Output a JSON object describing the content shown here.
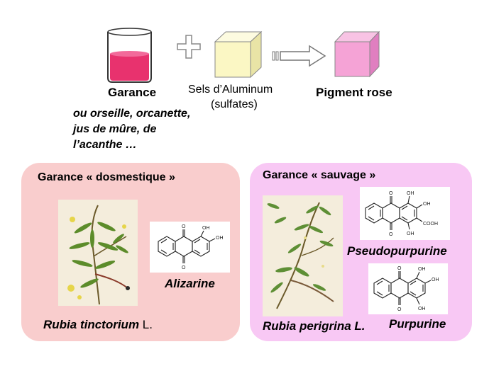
{
  "reaction": {
    "garance_label": "Garance",
    "salts_line1": "Sels d’Aluminum",
    "salts_line2": "(sulfates)",
    "product_label": "Pigment rose",
    "alternatives": [
      "ou orseille, orcanette,",
      "jus de mûre, de",
      "l’acanthe …"
    ],
    "colors": {
      "liquid": "#e8326e",
      "salt_cube": "#fbf7c4",
      "pigment_cube": "#f5a3d6"
    }
  },
  "domestic": {
    "title": "Garance « dosmestique »",
    "species_main": "Rubia tinctorium",
    "species_author": " L.",
    "compound": "Alizarine",
    "bg_color": "#f9cdcd"
  },
  "wild": {
    "title": "Garance « sauvage »",
    "species": "Rubia perigrina L.",
    "compound1": "Pseudopurpurine",
    "compound2": "Purpurine",
    "bg_color": "#f8c8f4"
  },
  "chem_labels": {
    "O": "O",
    "OH": "OH",
    "COOH": "COOH"
  }
}
